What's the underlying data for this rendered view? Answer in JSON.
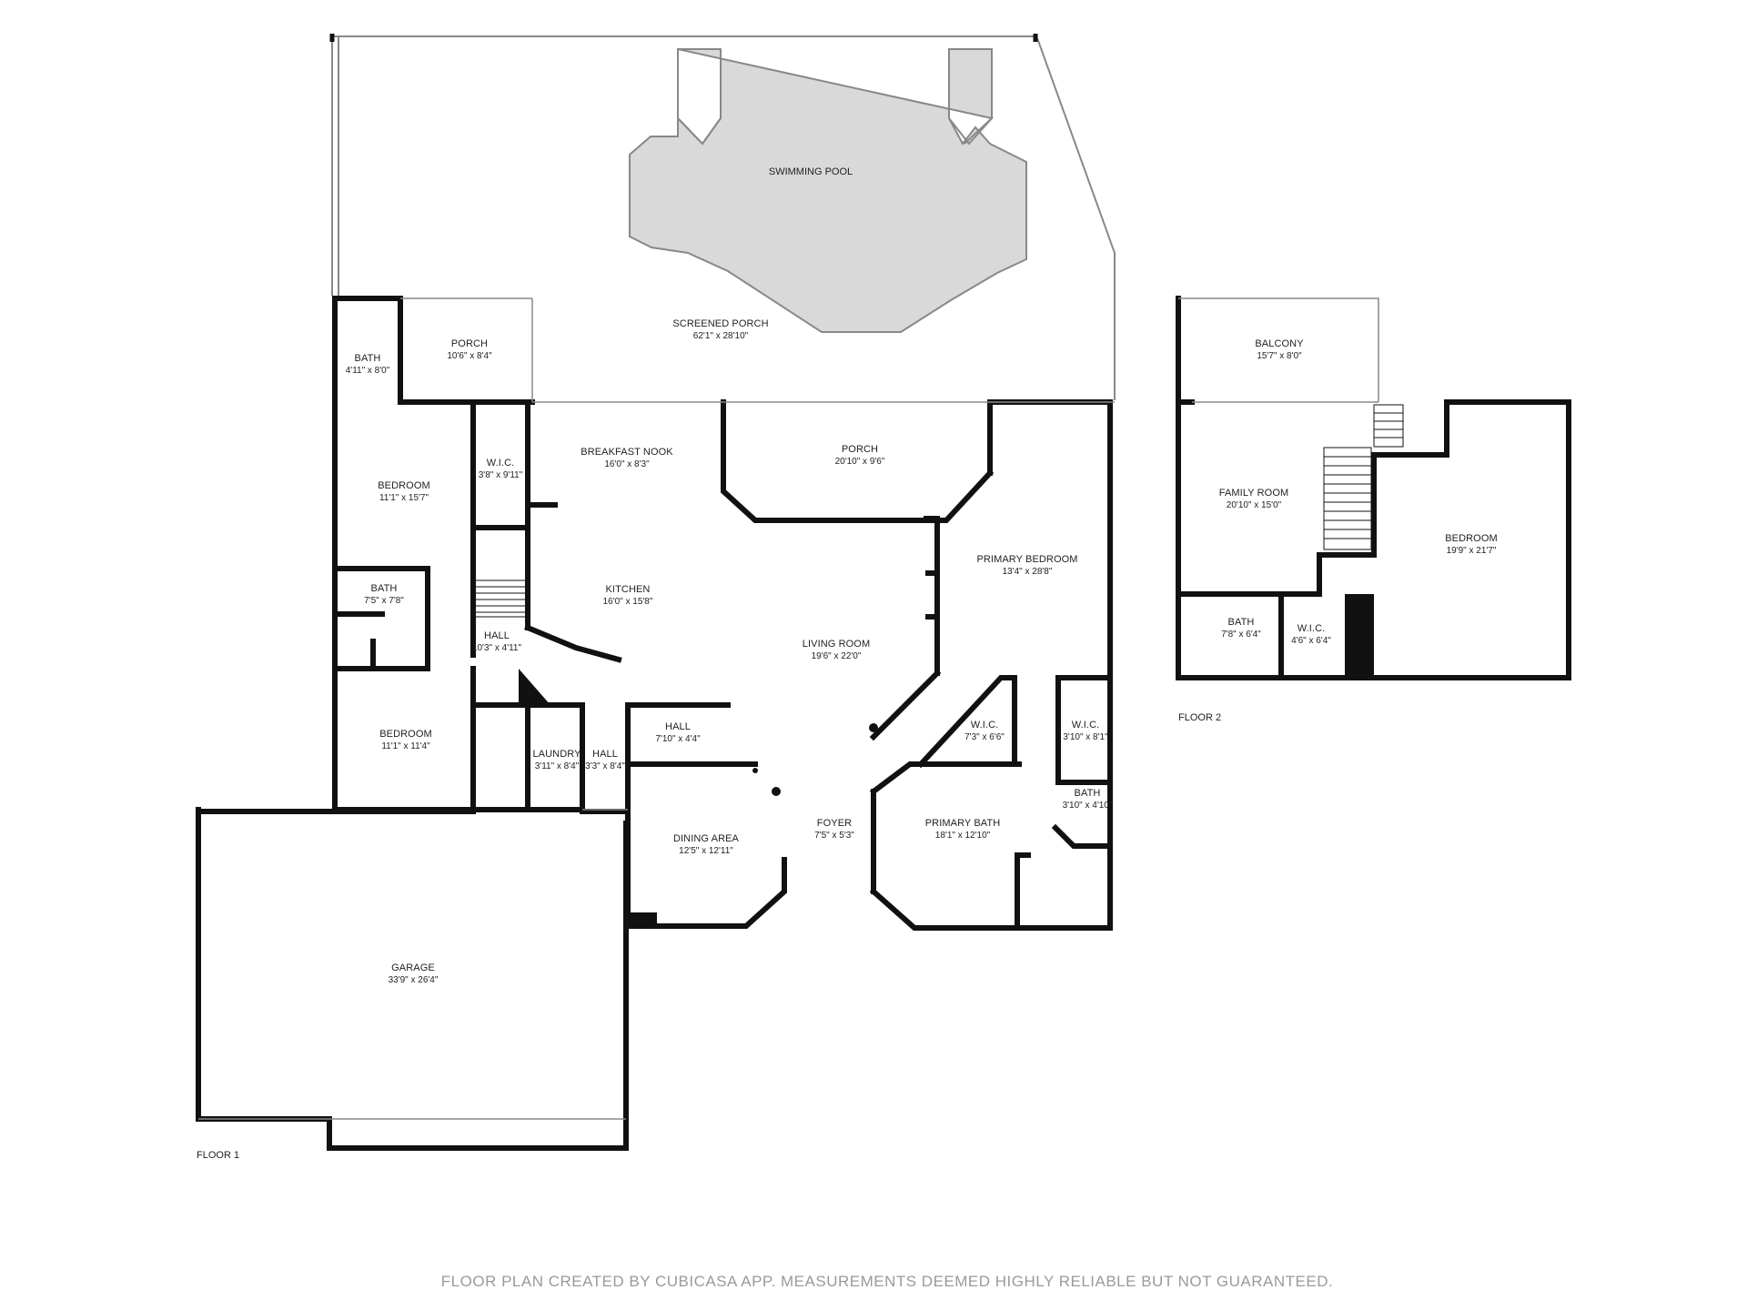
{
  "rooms": {
    "screened_porch": {
      "name": "SCREENED PORCH",
      "dim": "62'1\" x 28'10\""
    },
    "swimming_pool": {
      "name": "SWIMMING POOL"
    },
    "bath_nw": {
      "name": "BATH",
      "dim": "4'11\" x 8'0\""
    },
    "porch_nw": {
      "name": "PORCH",
      "dim": "10'6\" x 8'4\""
    },
    "bedroom_1": {
      "name": "BEDROOM",
      "dim": "11'1\" x 15'7\""
    },
    "wic_1": {
      "name": "W.I.C.",
      "dim": "3'8\" x 9'11\""
    },
    "breakfast_nook": {
      "name": "BREAKFAST NOOK",
      "dim": "16'0\" x 8'3\""
    },
    "porch_center": {
      "name": "PORCH",
      "dim": "20'10\" x 9'6\""
    },
    "primary_bedroom": {
      "name": "PRIMARY BEDROOM",
      "dim": "13'4\" x 28'8\""
    },
    "bath_w": {
      "name": "BATH",
      "dim": "7'5\" x 7'8\""
    },
    "kitchen": {
      "name": "KITCHEN",
      "dim": "16'0\" x 15'8\""
    },
    "hall_1": {
      "name": "HALL",
      "dim": "10'3\" x 4'11\""
    },
    "living_room": {
      "name": "LIVING ROOM",
      "dim": "19'6\" x 22'0\""
    },
    "bedroom_2": {
      "name": "BEDROOM",
      "dim": "11'1\" x 11'4\""
    },
    "hall_2": {
      "name": "HALL",
      "dim": "7'10\" x 4'4\""
    },
    "laundry": {
      "name": "LAUNDRY",
      "dim": "3'11\" x 8'4\""
    },
    "hall_3": {
      "name": "HALL",
      "dim": "3'3\" x 8'4\""
    },
    "wic_2": {
      "name": "W.I.C.",
      "dim": "7'3\" x 6'6\""
    },
    "wic_3": {
      "name": "W.I.C.",
      "dim": "3'10\" x 8'1\""
    },
    "bath_e": {
      "name": "BATH",
      "dim": "3'10\" x 4'10\""
    },
    "dining_area": {
      "name": "DINING AREA",
      "dim": "12'5\" x 12'11\""
    },
    "foyer": {
      "name": "FOYER",
      "dim": "7'5\" x 5'3\""
    },
    "primary_bath": {
      "name": "PRIMARY BATH",
      "dim": "18'1\" x 12'10\""
    },
    "garage": {
      "name": "GARAGE",
      "dim": "33'9\" x 26'4\""
    },
    "balcony": {
      "name": "BALCONY",
      "dim": "15'7\" x 8'0\""
    },
    "family_room": {
      "name": "FAMILY ROOM",
      "dim": "20'10\" x 15'0\""
    },
    "bedroom_up": {
      "name": "BEDROOM",
      "dim": "19'9\" x 21'7\""
    },
    "bath_up": {
      "name": "BATH",
      "dim": "7'8\" x 6'4\""
    },
    "wic_up": {
      "name": "W.I.C.",
      "dim": "4'6\" x 6'4\""
    }
  },
  "floors": {
    "floor1": "FLOOR 1",
    "floor2": "FLOOR 2"
  },
  "footer": "FLOOR PLAN CREATED BY CUBICASA APP. MEASUREMENTS DEEMED HIGHLY RELIABLE BUT NOT GUARANTEED.",
  "colors": {
    "wall": "#111111",
    "pool": "#d9d9d9",
    "thin": "#888888"
  }
}
